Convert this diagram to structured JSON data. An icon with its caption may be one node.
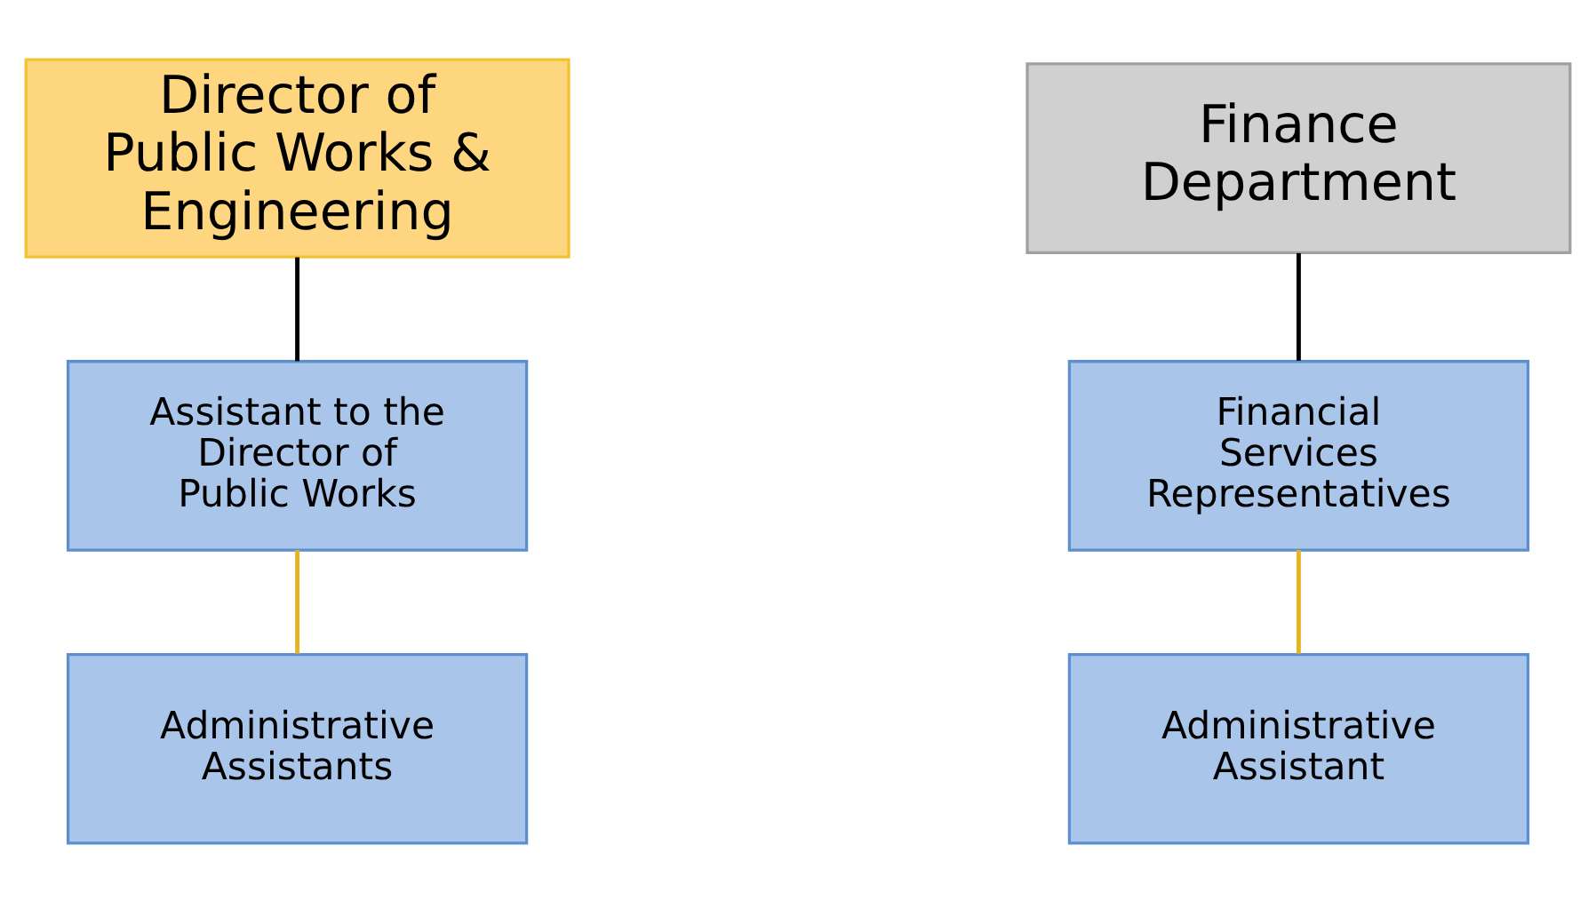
{
  "diagram": {
    "nodes": [
      {
        "text": [
          "Director of Public Works & Engineering"
        ]
      },
      {
        "text": [
          "Finance Department"
        ]
      },
      {
        "text": [
          "Assistant to the Director of Public Works"
        ]
      },
      {
        "text": [
          "Administrative Assistants"
        ]
      },
      {
        "text": [
          "Financial Services Representatives"
        ]
      },
      {
        "text": [
          "Administrative Assistant"
        ]
      }
    ],
    "edges": [
      {
        "from": 0,
        "to": 2,
        "arrow": "none"
      },
      {
        "from": 2,
        "to": 3,
        "arrow": "none",
        "color": "#e6b422"
      },
      {
        "from": 1,
        "to": 4,
        "arrow": "none"
      },
      {
        "from": 4,
        "to": 5,
        "arrow": "none",
        "color": "#e6b422"
      }
    ]
  }
}
